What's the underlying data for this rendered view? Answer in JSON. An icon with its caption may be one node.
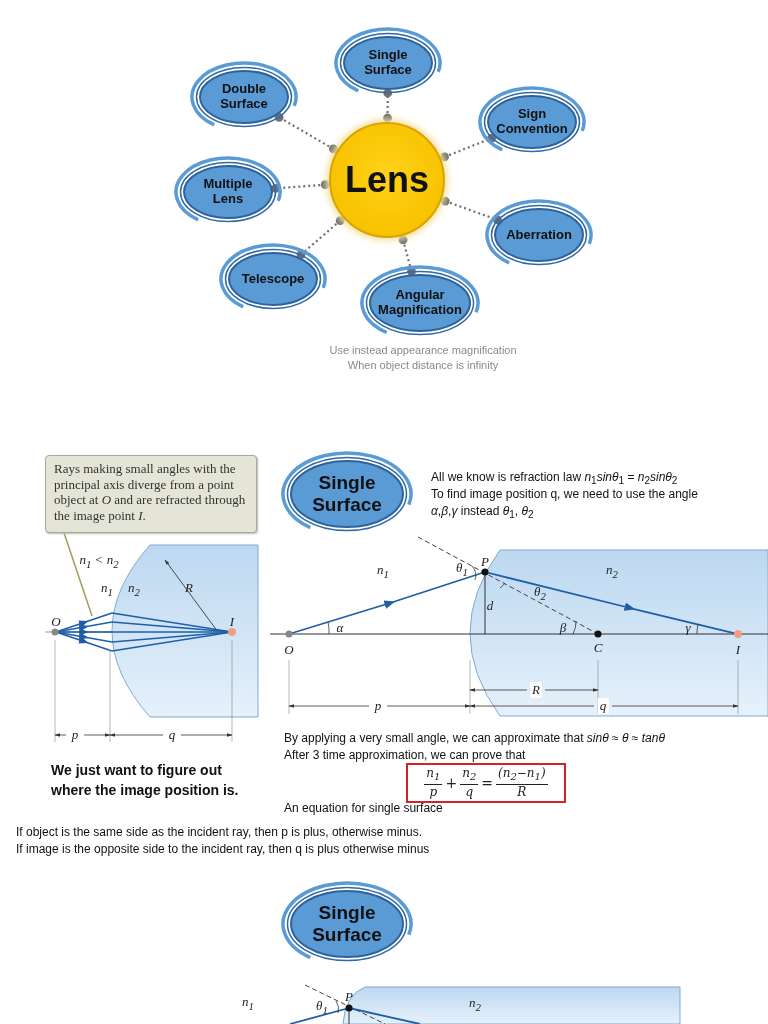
{
  "diagram": {
    "nodes": [
      {
        "text": [
          "Lens"
        ]
      },
      {
        "text": [
          "Single Surface"
        ]
      },
      {
        "text": [
          "Sign Convention"
        ]
      },
      {
        "text": [
          "Aberration"
        ]
      },
      {
        "text": [
          "Angular Magnification"
        ],
        "beside": [
          "Use instead appearance magnification",
          "When object distance is infinity"
        ]
      },
      {
        "text": [
          "Telescope"
        ]
      },
      {
        "text": [
          "Multiple Lens"
        ]
      },
      {
        "text": [
          "Double Surface"
        ]
      },
      {
        "text": [
          "Single Surface"
        ]
      },
      {
        "text": [
          "Rays making small angles with the principal axis diverge from a point object at *O* and are refracted through the image point *I*."
        ]
      },
      {
        "text": [
          "n$_{1}$",
          "p",
          "+",
          "n$_{2}$",
          "q",
          "=",
          "(n$_{2}$−n$_{1}$)",
          "R"
        ]
      },
      {
        "text": [
          "Single Surface"
        ]
      }
    ],
    "edges": [
      {
        "from": 0,
        "to": 1,
        "arrow": "other",
        "style": "dashed"
      },
      {
        "from": 0,
        "to": 2,
        "arrow": "other",
        "style": "dashed"
      },
      {
        "from": 0,
        "to": 3,
        "arrow": "other",
        "style": "dashed"
      },
      {
        "from": 0,
        "to": 4,
        "arrow": "other",
        "style": "dashed"
      },
      {
        "from": 0,
        "to": 5,
        "arrow": "other",
        "style": "dashed"
      },
      {
        "from": 0,
        "to": 6,
        "arrow": "other",
        "style": "dashed"
      },
      {
        "from": 0,
        "to": 7,
        "arrow": "other",
        "style": "dashed"
      },
      {
        "from": 9,
        "to": null,
        "arrow": "none",
        "color": "#a39c5a"
      }
    ],
    "labels": [
      "n$_{1}$ < n$_{2}$",
      "n$_{1}$",
      "n$_{2}$",
      "R",
      "O",
      "I",
      "p",
      "q",
      "All we know is refraction law *n*$_{1}$*sinθ*$_{1}$ = *n*$_{2}$*sinθ*$_{2}$",
      "To find image position q, we need to use the angle",
      "*α*,*β*,*γ* instead *θ*$_{1}$, *θ*$_{2}$",
      "n$_{1}$",
      "θ$_{1}$",
      "P",
      "n$_{2}$",
      "θ$_{2}$",
      "d",
      "α",
      "β",
      "γ",
      "O",
      "C",
      "I",
      "R",
      "p",
      "q",
      "By applying a very small angle, we can approximate that *sinθ* ≈ *θ* ≈ *tanθ*",
      "After 3 time approximation, we can prove that",
      "We just want to figure out where the image position is.",
      "An equation for single surface",
      "If object is the same side as the incident ray, then p is plus, otherwise minus.",
      "If image is the opposite side to the incident ray, then q is plus otherwise minus",
      "n$_{1}$",
      "θ$_{1}$",
      "P",
      "n$_{2}$"
    ]
  }
}
